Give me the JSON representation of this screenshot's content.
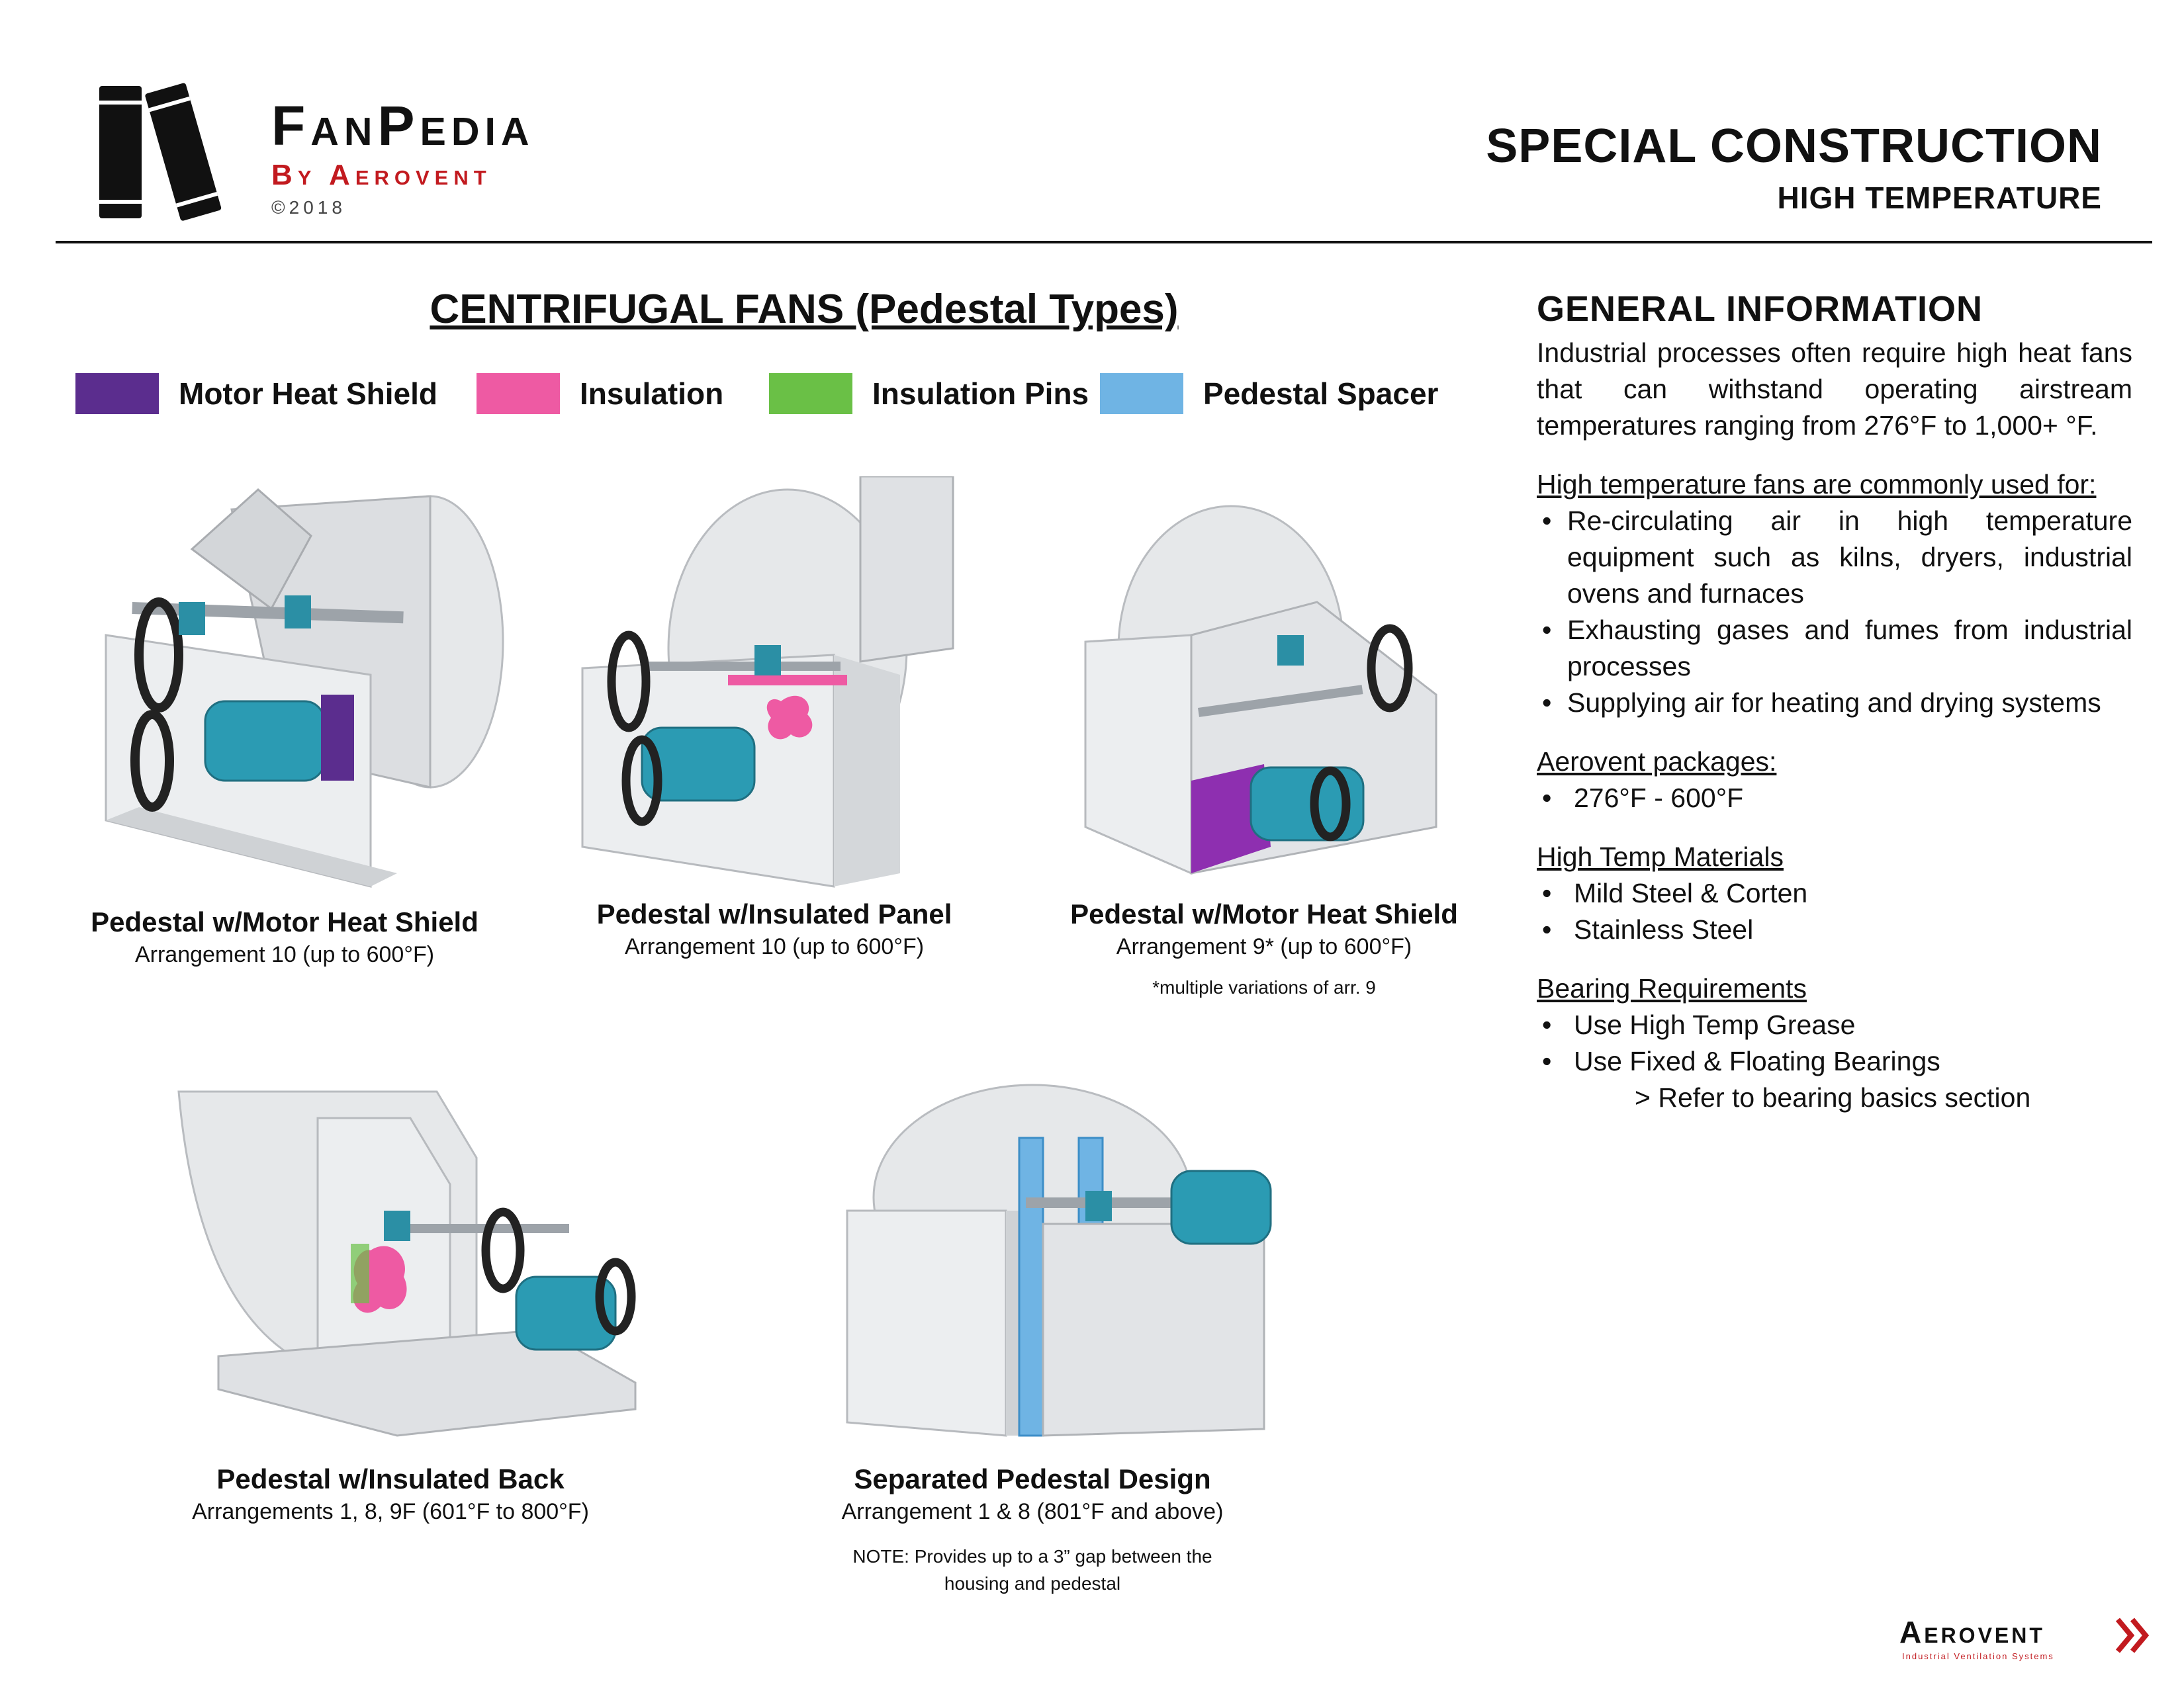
{
  "header": {
    "brand_title": "FanPedia",
    "brand_sub": "By Aerovent",
    "copyright": "©2018",
    "title": "SPECIAL CONSTRUCTION",
    "subtitle": "HIGH TEMPERATURE"
  },
  "main": {
    "title": "CENTRIFUGAL FANS (Pedestal Types)",
    "legend": [
      {
        "label": "Motor Heat Shield",
        "color": "#5b2d8e"
      },
      {
        "label": "Insulation",
        "color": "#ee5aa3"
      },
      {
        "label": "Insulation Pins",
        "color": "#6ac046"
      },
      {
        "label": "Pedestal Spacer",
        "color": "#6fb4e4"
      }
    ],
    "fans": [
      {
        "title": "Pedestal w/Motor Heat Shield",
        "sub": "Arrangement 10 (up to 600°F)",
        "note": ""
      },
      {
        "title": "Pedestal w/Insulated Panel",
        "sub": "Arrangement 10 (up to 600°F)",
        "note": ""
      },
      {
        "title": "Pedestal w/Motor Heat Shield",
        "sub": "Arrangement 9* (up to 600°F)",
        "note": "*multiple variations of arr. 9"
      },
      {
        "title": "Pedestal w/Insulated Back",
        "sub": "Arrangements 1, 8, 9F (601°F to 800°F)",
        "note": ""
      },
      {
        "title": "Separated Pedestal Design",
        "sub": "Arrangement 1 & 8 (801°F and above)",
        "note_line1": "NOTE: Provides up to a 3” gap between the",
        "note_line2": "housing and pedestal"
      }
    ]
  },
  "info": {
    "heading": "GENERAL INFORMATION",
    "intro": "Industrial processes often require high heat fans that can withstand operating airstream temperatures ranging from 276°F to 1,000+ °F.",
    "uses_heading": "High temperature fans are commonly used for:",
    "uses": [
      "Re-circulating air in high temperature equipment such as kilns, dryers, industrial ovens and furnaces",
      "Exhausting gases and fumes from industrial processes",
      "Supplying air for heating and drying systems"
    ],
    "packages_heading": "Aerovent packages:",
    "packages": [
      "276°F - 600°F"
    ],
    "materials_heading": "High Temp Materials",
    "materials": [
      "Mild Steel & Corten",
      "Stainless Steel"
    ],
    "bearing_heading": "Bearing Requirements",
    "bearings": [
      "Use High Temp Grease",
      "Use Fixed & Floating Bearings"
    ],
    "bearing_refer": "> Refer to bearing basics section"
  },
  "footer": {
    "company": "Aerovent",
    "tagline": "Industrial Ventilation Systems"
  }
}
